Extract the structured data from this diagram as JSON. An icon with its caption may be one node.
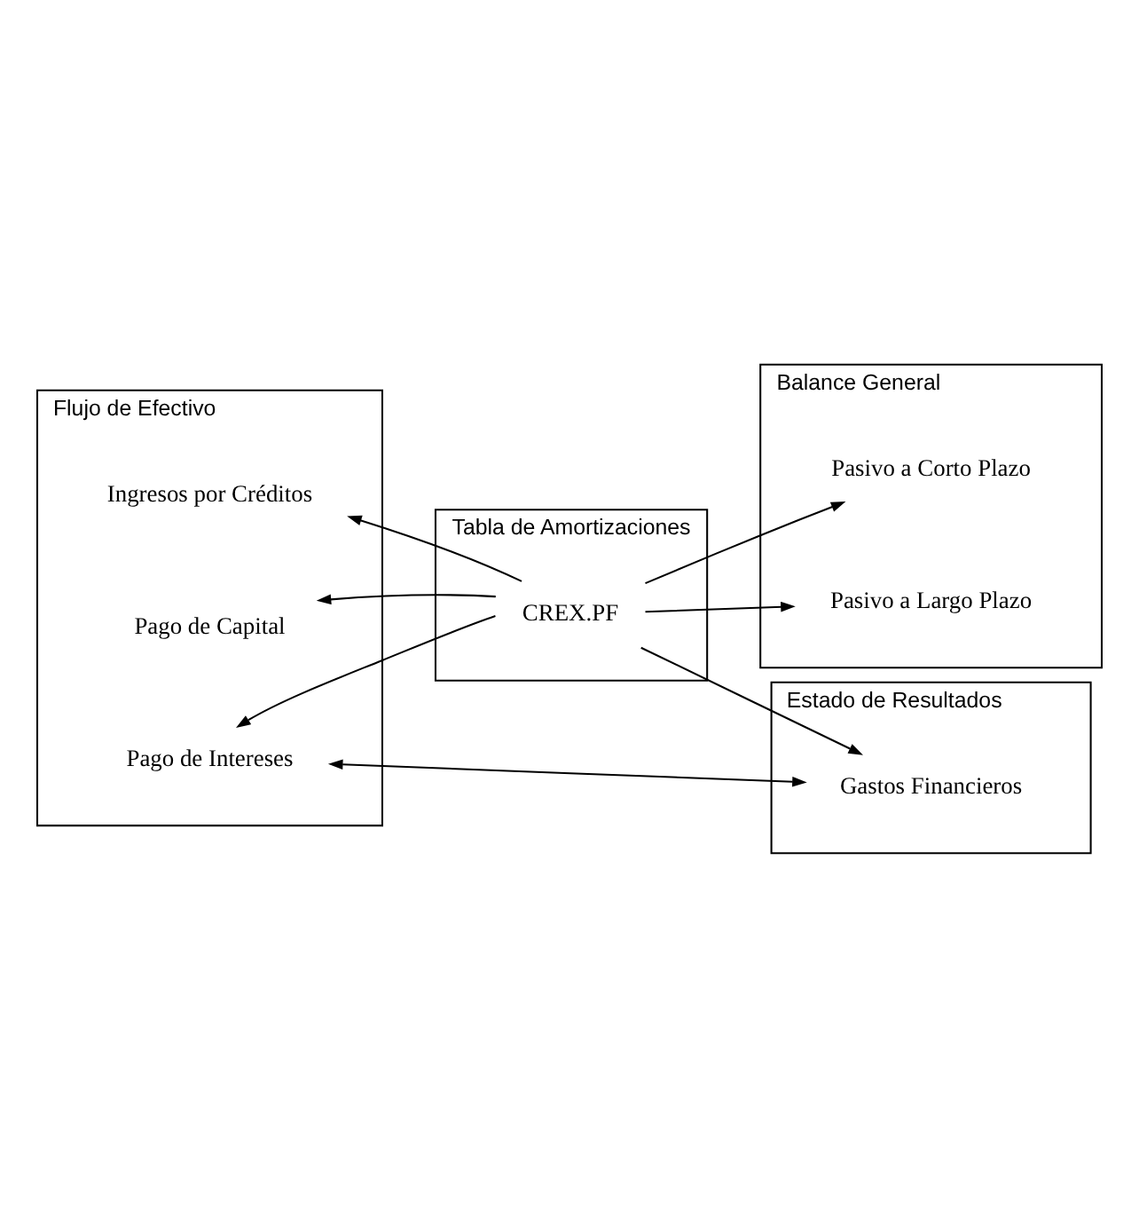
{
  "diagram": {
    "nodes": [
      {
        "text": [
          "Tabla de Amortizaciones"
        ]
      },
      {
        "text": [
          "CREX.PF"
        ],
        "in": 0
      },
      {
        "text": [
          "Flujo de Efectivo"
        ]
      },
      {
        "text": [
          "Ingresos por Créditos"
        ],
        "in": 2
      },
      {
        "text": [
          "Pago de Capital"
        ],
        "in": 2
      },
      {
        "text": [
          "Pago de Intereses"
        ],
        "in": 2
      },
      {
        "text": [
          "Balance General"
        ]
      },
      {
        "text": [
          "Pasivo a Corto Plazo"
        ],
        "in": 6
      },
      {
        "text": [
          "Pasivo a Largo Plazo"
        ],
        "in": 6
      },
      {
        "text": [
          "Estado de Resultados"
        ]
      },
      {
        "text": [
          "Gastos Financieros"
        ],
        "in": 9
      }
    ],
    "edges": [
      {
        "from": 1,
        "to": 3,
        "arrow": "to"
      },
      {
        "from": 1,
        "to": 4,
        "arrow": "to"
      },
      {
        "from": 1,
        "to": 5,
        "arrow": "to"
      },
      {
        "from": 1,
        "to": 7,
        "arrow": "to"
      },
      {
        "from": 1,
        "to": 8,
        "arrow": "to"
      },
      {
        "from": 1,
        "to": 10,
        "arrow": "to"
      },
      {
        "from": 5,
        "to": 10,
        "arrow": "both"
      }
    ]
  }
}
